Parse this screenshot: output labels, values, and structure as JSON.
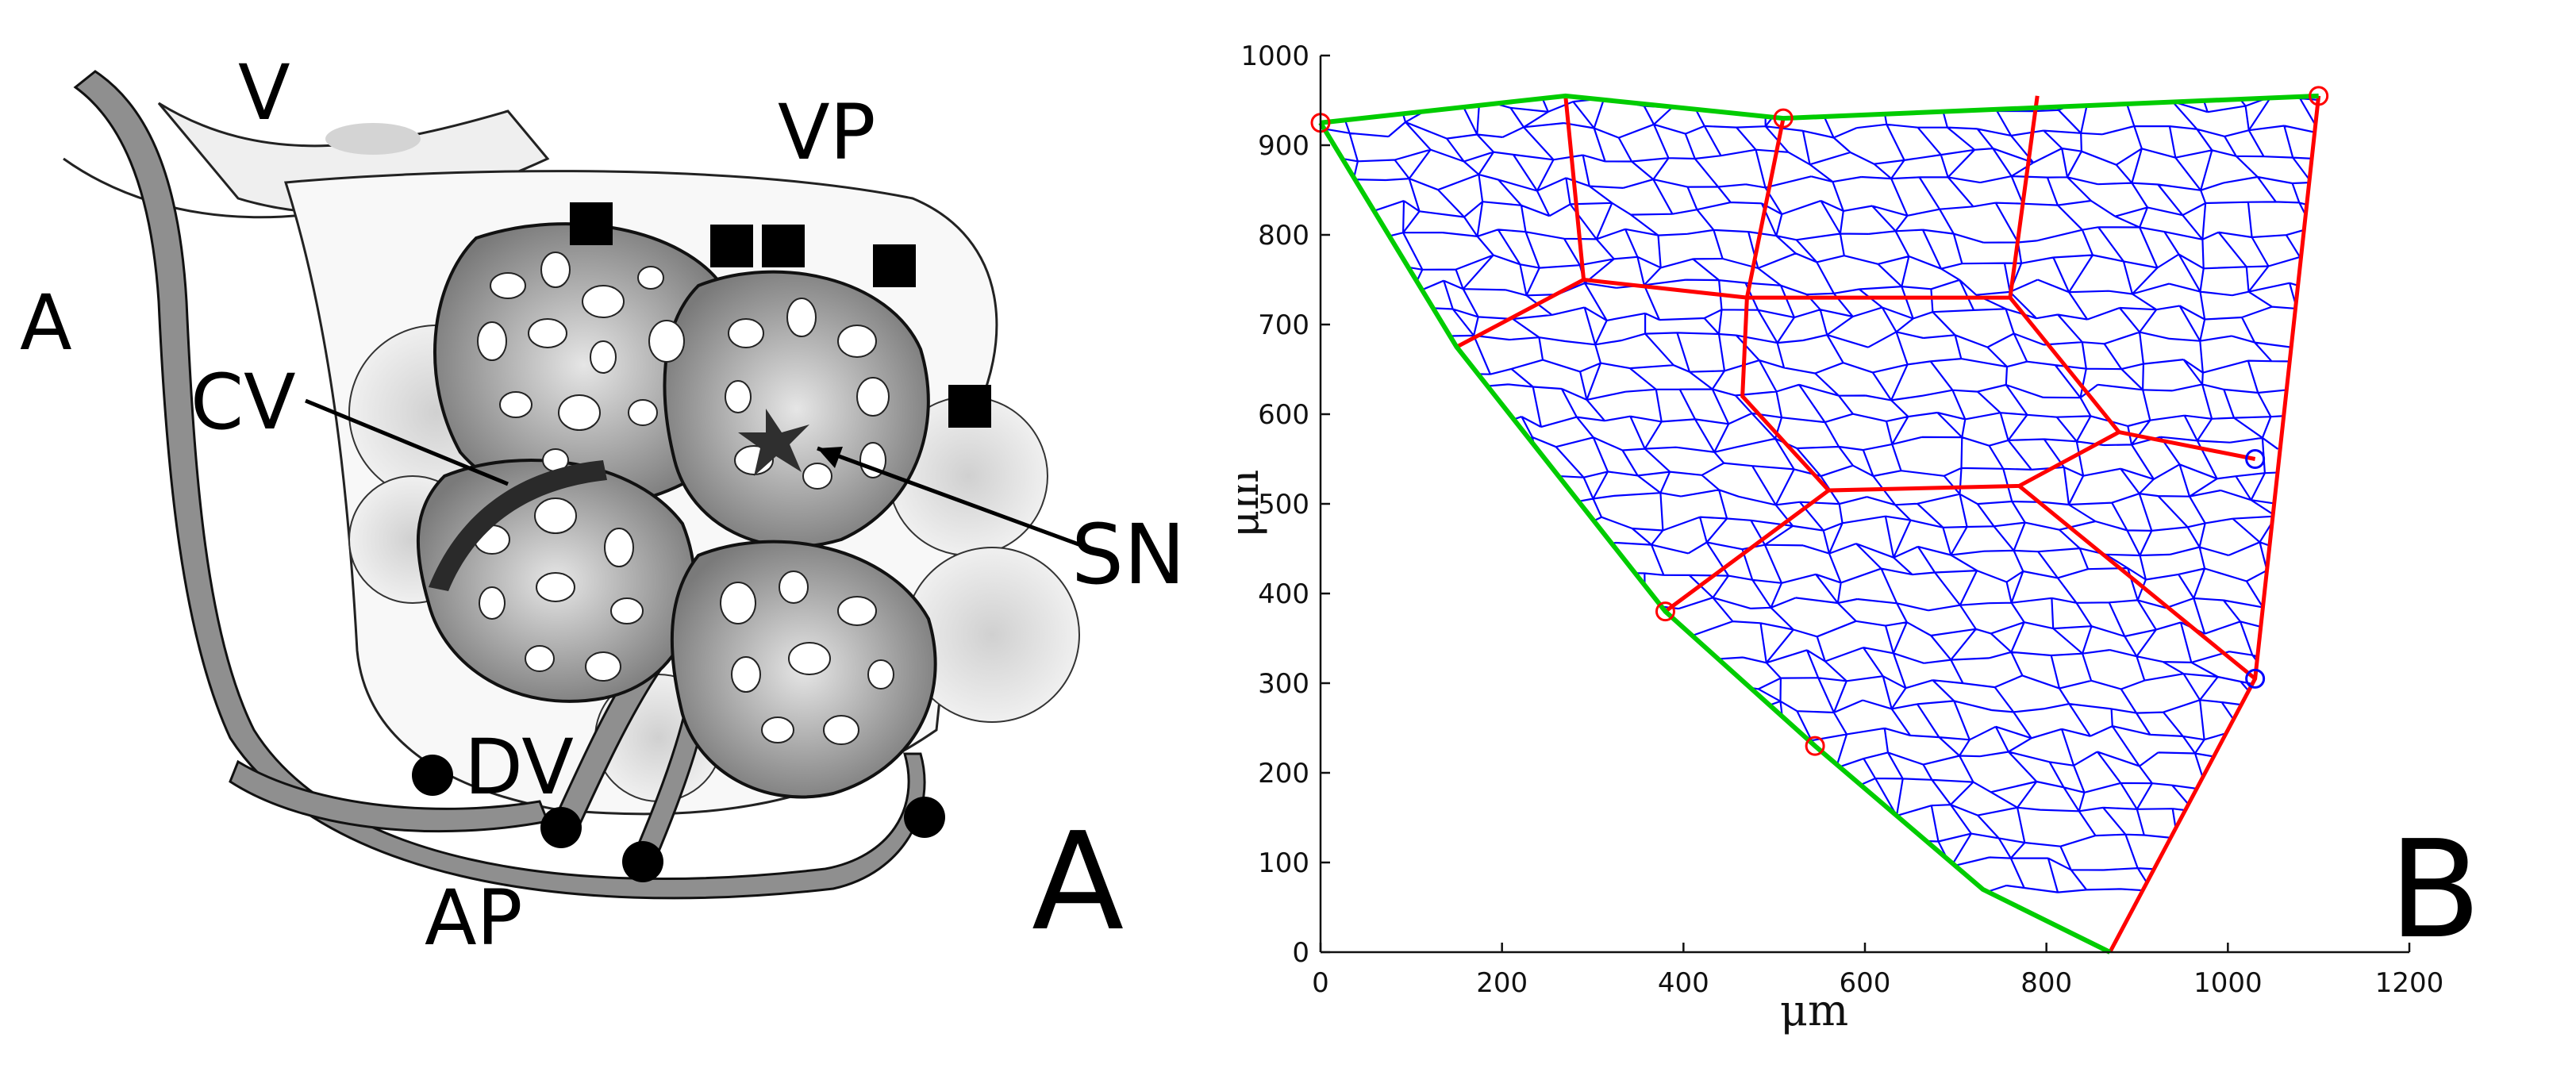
{
  "panel_a": {
    "labels": {
      "v": "V",
      "vp": "VP",
      "a": "A",
      "cv": "CV",
      "sn": "SN",
      "dv": "DV",
      "ap": "AP",
      "panel": "A"
    }
  },
  "panel_b": {
    "panel_label": "B",
    "xlabel": "μm",
    "ylabel": "μm",
    "xlim": [
      0,
      1200
    ],
    "ylim": [
      0,
      1000
    ],
    "x_ticks": [
      "0",
      "200",
      "400",
      "600",
      "800",
      "1000",
      "1200"
    ],
    "y_ticks": [
      "0",
      "100",
      "200",
      "300",
      "400",
      "500",
      "600",
      "700",
      "800",
      "900",
      "1000"
    ],
    "colors": {
      "boundary": "#00cc00",
      "septa": "#ff0000",
      "mesh": "#0000ff",
      "inlet_marker": "#ff0000",
      "outlet_marker": "#0000ff"
    },
    "boundary_polygon": [
      [
        0,
        925
      ],
      [
        270,
        955
      ],
      [
        510,
        930
      ],
      [
        1100,
        955
      ],
      [
        1030,
        305
      ],
      [
        870,
        0
      ],
      [
        730,
        70
      ],
      [
        545,
        230
      ],
      [
        380,
        380
      ],
      [
        150,
        675
      ]
    ],
    "septa": [
      [
        [
          270,
          955
        ],
        [
          290,
          750
        ],
        [
          150,
          675
        ]
      ],
      [
        [
          290,
          750
        ],
        [
          470,
          730
        ],
        [
          760,
          730
        ],
        [
          790,
          955
        ]
      ],
      [
        [
          510,
          930
        ],
        [
          470,
          730
        ]
      ],
      [
        [
          470,
          730
        ],
        [
          465,
          620
        ],
        [
          560,
          515
        ],
        [
          770,
          520
        ],
        [
          880,
          580
        ],
        [
          1030,
          550
        ]
      ],
      [
        [
          760,
          730
        ],
        [
          880,
          580
        ]
      ],
      [
        [
          560,
          515
        ],
        [
          380,
          380
        ]
      ],
      [
        [
          770,
          520
        ],
        [
          1030,
          305
        ]
      ]
    ],
    "red_markers": [
      [
        0,
        925
      ],
      [
        510,
        930
      ],
      [
        1100,
        955
      ],
      [
        380,
        380
      ],
      [
        545,
        230
      ]
    ],
    "blue_markers": [
      [
        1030,
        550
      ],
      [
        1030,
        305
      ]
    ]
  }
}
